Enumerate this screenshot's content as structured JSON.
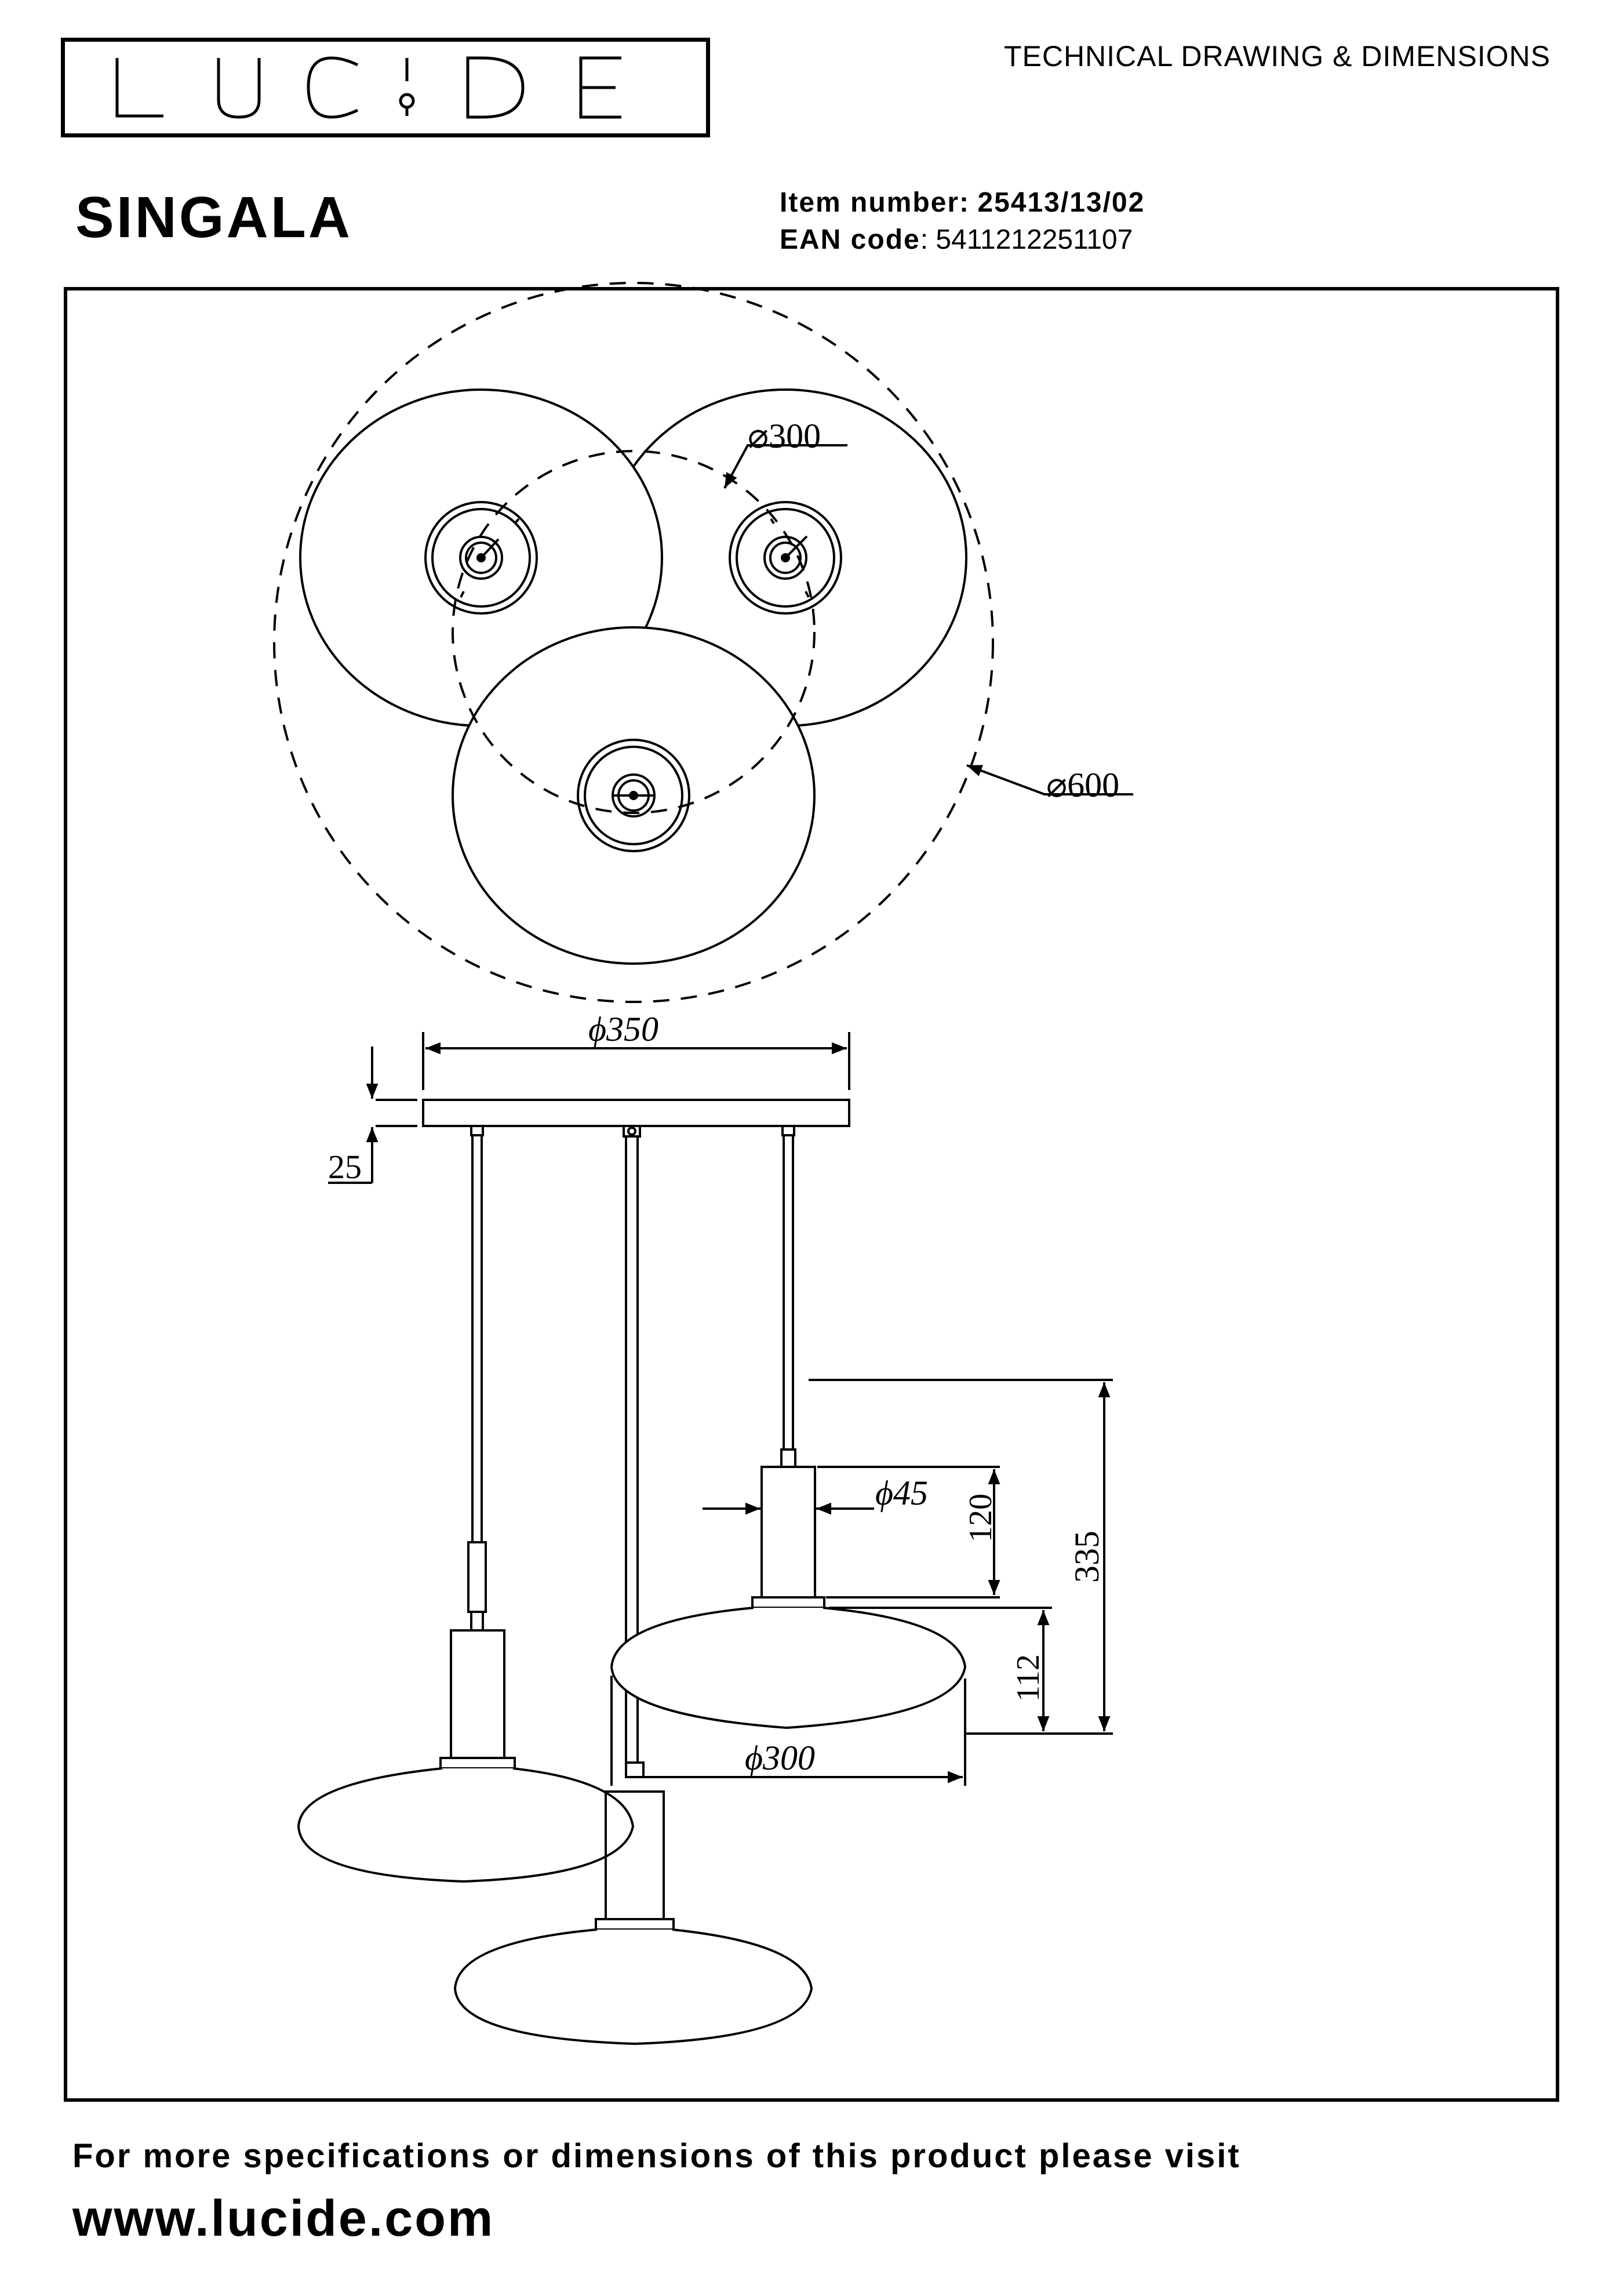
{
  "brand": {
    "logo_text": "LUCIDE"
  },
  "header": {
    "doc_type": "TECHNICAL DRAWING & DIMENSIONS"
  },
  "product": {
    "name": "SINGALA",
    "item_label": "Item number:",
    "item_value": "25413/13/02",
    "ean_label": "EAN code",
    "ean_value": ": 5411212251107"
  },
  "dimensions": {
    "shade_diameter_top": "⌀300",
    "overall_diameter": "⌀600",
    "canopy_diameter": "ϕ350",
    "canopy_height": "25",
    "holder_diameter": "ϕ45",
    "holder_height": "120",
    "total_height": "335",
    "shade_height": "112",
    "shade_diameter_side": "ϕ300"
  },
  "footer": {
    "line": "For more specifications or dimensions of this product please visit",
    "url": "www.lucide.com"
  }
}
